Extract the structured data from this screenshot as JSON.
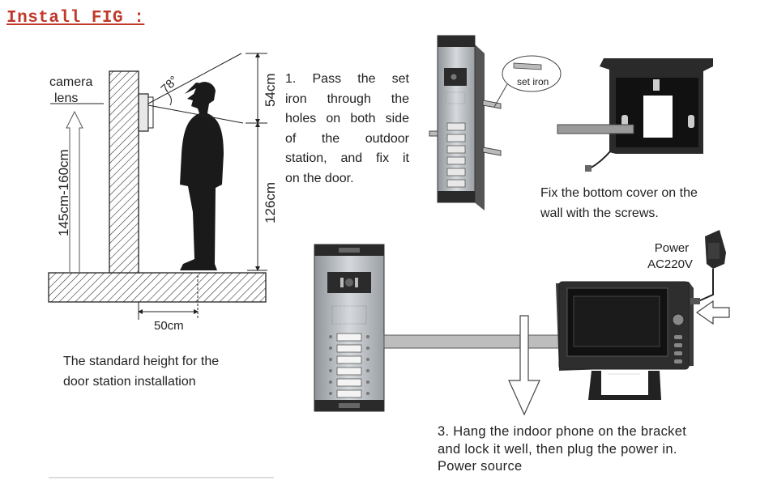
{
  "title": "Install FIG :",
  "height_diagram": {
    "camera_label": "camera",
    "lens_label": "lens",
    "angle_label": "78°",
    "top_dim": "54cm",
    "lower_dim": "126cm",
    "side_dim": "145cm-160cm",
    "distance_dim": "50cm",
    "caption_lines": [
      "The standard height for the",
      "door station installation"
    ]
  },
  "step1": {
    "lines": [
      "1. Pass the set",
      "iron through the",
      "holes on both side",
      "of the outdoor",
      "station, and fix it",
      "on the door."
    ],
    "callout": "set iron"
  },
  "step2": {
    "lines": [
      "Fix the bottom cover on the",
      "wall with the screws."
    ]
  },
  "power": {
    "label_line1": "Power",
    "label_line2": "AC220V"
  },
  "step3": {
    "lines": [
      "3. Hang the indoor phone on the bracket",
      "and lock it well, then plug the power in.",
      "Power source"
    ]
  },
  "colors": {
    "title": "#c0392b",
    "silhouette": "#1a1a1a",
    "panel": "#b8bcc0",
    "line": "#222222"
  }
}
